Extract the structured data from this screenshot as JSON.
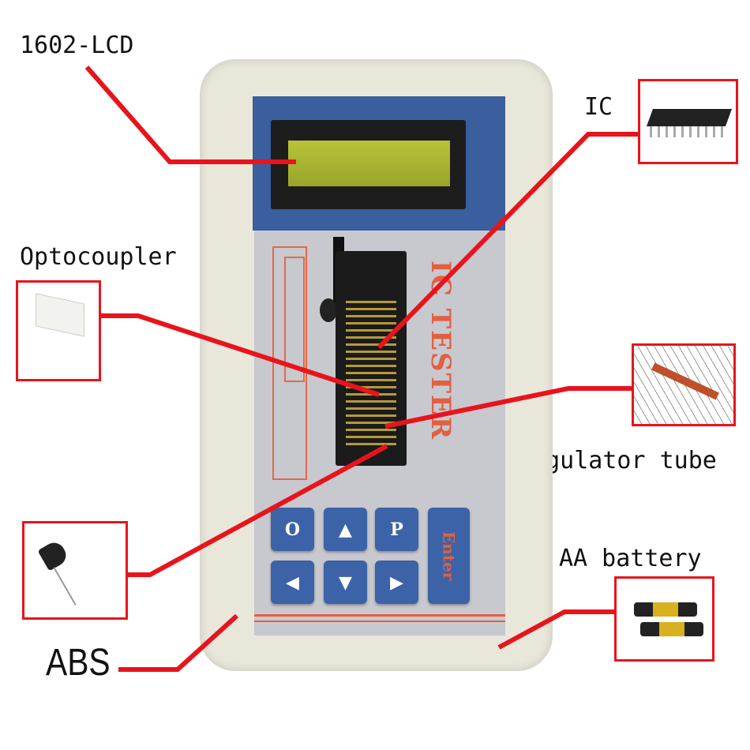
{
  "labels": {
    "lcd": "1602-LCD",
    "ic": "IC",
    "optocoupler": "Optocoupler",
    "regulator": "Regulator tube",
    "battery": "AA battery",
    "abs": "ABS"
  },
  "device": {
    "brand_text": "IC TESTER",
    "keys": {
      "o": "O",
      "up": "▲",
      "p": "P",
      "left": "◀",
      "down": "▼",
      "right": "▶",
      "enter": "Enter"
    }
  },
  "colors": {
    "callout": "#e8141c",
    "key": "#3c63a8",
    "panel": "#3a5e9e"
  }
}
